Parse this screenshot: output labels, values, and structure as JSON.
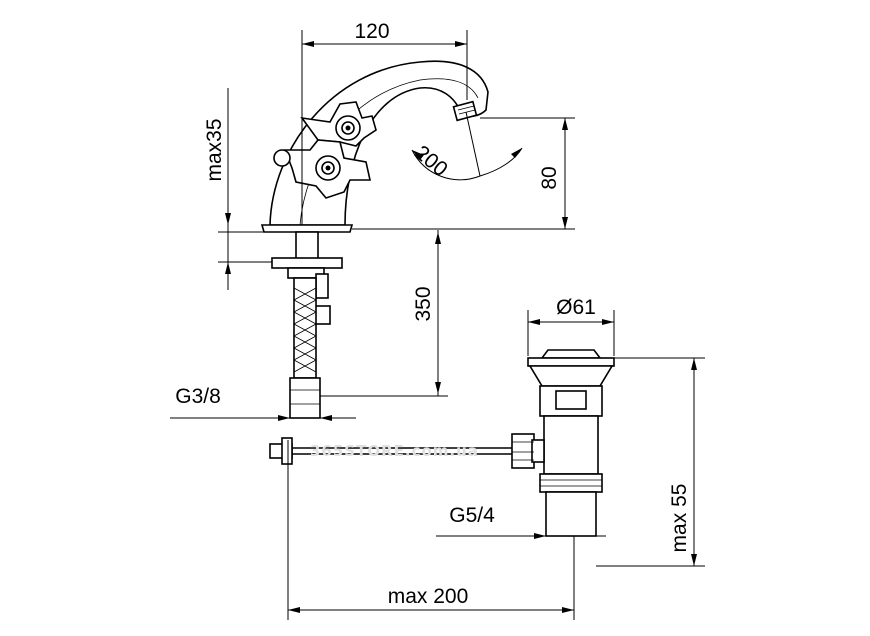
{
  "dimensions": {
    "spout_reach": "120",
    "body_height": "max35",
    "rotation": "200",
    "spout_height": "80",
    "hose_length": "350",
    "inlet_thread": "G3/8",
    "waste_diameter": "Ø61",
    "waste_thread": "G5/4",
    "waste_height": "max 55",
    "rod_length": "max 200"
  },
  "watermark": "365STORE.com.ua"
}
